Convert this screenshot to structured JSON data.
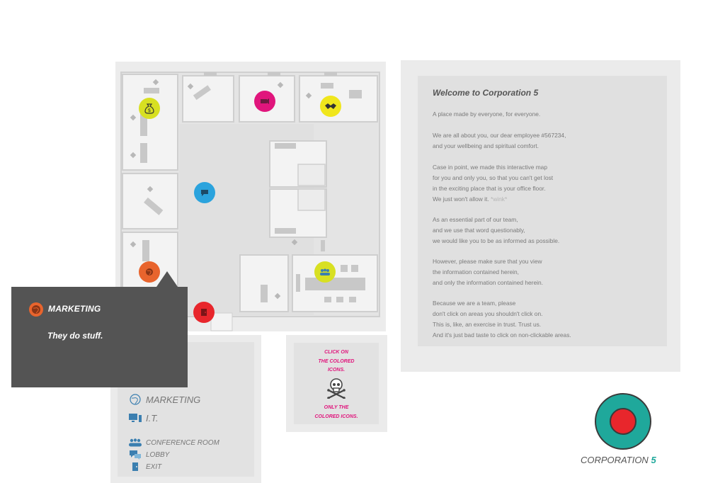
{
  "tooltip": {
    "title": "MARKETING",
    "body": "They do stuff."
  },
  "legend": {
    "items": [
      {
        "label": "MARKETING"
      },
      {
        "label": "I.T."
      },
      {
        "label": "CONFERENCE ROOM"
      },
      {
        "label": "LOBBY"
      },
      {
        "label": "EXIT"
      }
    ]
  },
  "warning": {
    "lines": [
      "CLICK ON",
      "THE COLORED",
      "ICONS.",
      "ONLY THE",
      "COLORED ICONS."
    ]
  },
  "info": {
    "title": "Welcome to Corporation 5",
    "paragraphs": [
      [
        "A place made by everyone, for everyone."
      ],
      [
        "We are all about you, our dear employee #567234,",
        "and your wellbeing and spiritual comfort."
      ],
      [
        "Case in point, we made this interactive map",
        "for you and only you, so that you can't get lost",
        "in the exciting place that is your office floor.",
        "We just won't allow it."
      ],
      [
        "As an essential part of our team,",
        "and we use that word questionably,",
        "we would like you to be as informed as possible."
      ],
      [
        "However, please make sure that you view",
        "the information contained herein,",
        "and only the information contained herein."
      ],
      [
        "Because we are a team, please",
        "don't click on areas you shouldn't click on.",
        "This is, like, an exercise in trust. Trust us.",
        "And it's just bad taste to click on non-clickable areas."
      ]
    ],
    "wink": "*wink*"
  },
  "brand": {
    "name": "CORPORATION",
    "number": "5"
  },
  "colors": {
    "finance": "#d8e022",
    "it": "#e0157c",
    "hr": "#f0e61c",
    "lobby": "#2ba3dd",
    "marketing": "#e8642d",
    "conference": "#d8e022",
    "exit": "#e8262c",
    "logo_outer": "#1fa89b",
    "logo_inner": "#e8262c",
    "warning_text": "#e0157c"
  },
  "icons": {
    "finance": "money-bag-icon",
    "it": "projector-icon",
    "hr": "handshake-icon",
    "lobby": "speech-bubble-icon",
    "marketing": "globe-icon",
    "conference": "people-icon",
    "exit": "exit-door-icon"
  }
}
